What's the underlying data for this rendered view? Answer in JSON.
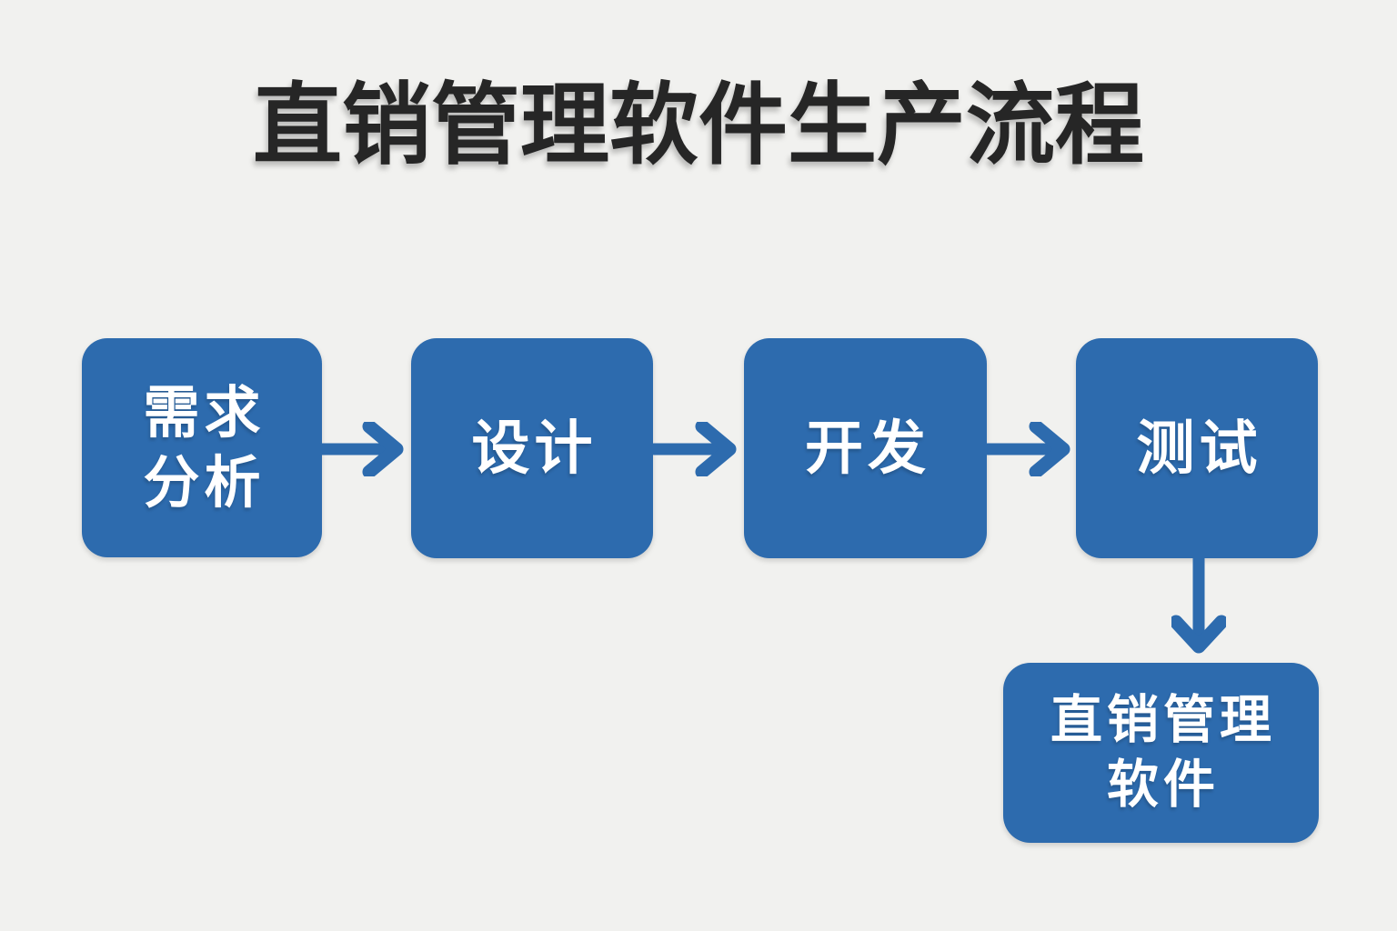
{
  "page": {
    "background_color": "#f1f1ef"
  },
  "title": {
    "text": "直销管理软件生产流程",
    "color": "#262626"
  },
  "flowchart": {
    "box_color": "#2d6bae",
    "box_text_color": "#ffffff",
    "arrow_color": "#2d6bae",
    "steps": [
      {
        "id": "requirements-analysis",
        "label": "需求分析",
        "lines": [
          "需求",
          "分析"
        ]
      },
      {
        "id": "design",
        "label": "设计",
        "lines": [
          "设计"
        ]
      },
      {
        "id": "development",
        "label": "开发",
        "lines": [
          "开发"
        ]
      },
      {
        "id": "testing",
        "label": "测试",
        "lines": [
          "测试"
        ]
      },
      {
        "id": "product",
        "label": "直销管理软件",
        "lines": [
          "直销管理",
          "软件"
        ]
      }
    ],
    "arrows": [
      {
        "from": "requirements-analysis",
        "to": "design",
        "direction": "right"
      },
      {
        "from": "design",
        "to": "development",
        "direction": "right"
      },
      {
        "from": "development",
        "to": "testing",
        "direction": "right"
      },
      {
        "from": "testing",
        "to": "product",
        "direction": "down"
      }
    ]
  }
}
